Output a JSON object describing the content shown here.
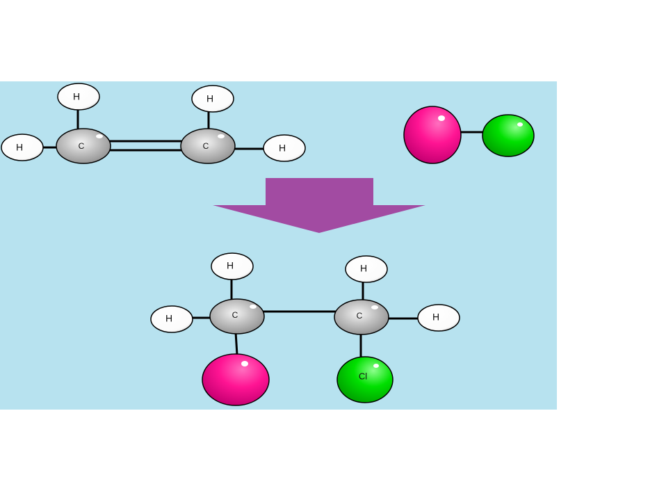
{
  "colors": {
    "panel": "#b7e2ef",
    "carbon": "#c4c4c4",
    "hydrogen": "#ffffff",
    "magenta_atom": "#ff1493",
    "chlorine": "#00e000",
    "arrow": "#a24ba2",
    "bond": "#000000"
  },
  "reactant_ethene": {
    "carbon_left": "C",
    "carbon_right": "C",
    "h_top_left": "H",
    "h_top_right": "H",
    "h_left": "H",
    "h_right": "H"
  },
  "reactant_hcl_like": {
    "magenta_atom_label": "",
    "green_atom_label": ""
  },
  "reaction_arrow": {
    "icon": "down-arrow-icon"
  },
  "product": {
    "carbon_left": "C",
    "carbon_right": "C",
    "h_top_left": "H",
    "h_top_right": "H",
    "h_left": "H",
    "h_right": "H",
    "chlorine": "Cl",
    "magenta_atom_label": ""
  }
}
